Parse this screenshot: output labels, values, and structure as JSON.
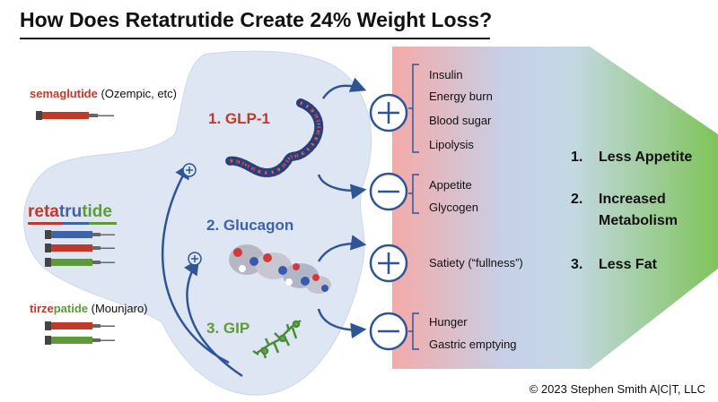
{
  "title": "How Does Retatrutide Create 24% Weight Loss?",
  "drugs": {
    "semaglutide": {
      "name": "semaglutide",
      "note": " (Ozempic, etc)"
    },
    "retatrutide": {
      "part1": "reta",
      "part2": "tru",
      "part3": "tide"
    },
    "tirzepatide": {
      "part1": "tirze",
      "part2": "patide",
      "note": " (Mounjaro)"
    }
  },
  "hormones": {
    "glp1": "1. GLP-1",
    "glucagon": "2. Glucagon",
    "gip": "3. GIP"
  },
  "effects": {
    "glp1_increase": [
      "Insulin",
      "Energy burn",
      "Blood sugar",
      "Lipolysis"
    ],
    "glp1_decrease": [
      "Appetite",
      "Glycogen"
    ],
    "gip_increase": [
      "Satiety (“fullness”)"
    ],
    "gip_decrease": [
      "Hunger",
      "Gastric emptying"
    ]
  },
  "outcomes": [
    {
      "num": "1.",
      "line1": "Less Appetite",
      "line2": ""
    },
    {
      "num": "2.",
      "line1": "Increased",
      "line2": "Metabolism"
    },
    {
      "num": "3.",
      "line1": "Less Fat",
      "line2": ""
    }
  ],
  "symbols": {
    "plus": "+",
    "minus": "−"
  },
  "copyright": "© 2023 Stephen Smith A|C|T, LLC",
  "colors": {
    "red": "#c0392b",
    "blue": "#3e63a8",
    "green": "#5f9a3a",
    "arrow": "#2f5597",
    "blob": "#dde6f2"
  }
}
